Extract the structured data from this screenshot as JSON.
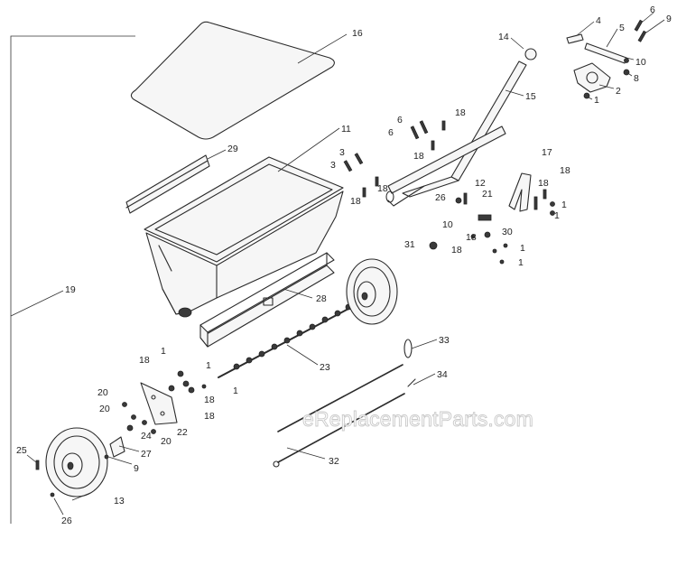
{
  "watermark": "eReplacementParts.com",
  "callouts": [
    {
      "key": "c16",
      "label": "16"
    },
    {
      "key": "c14",
      "label": "14"
    },
    {
      "key": "c4",
      "label": "4"
    },
    {
      "key": "c5",
      "label": "5"
    },
    {
      "key": "c6a",
      "label": "6"
    },
    {
      "key": "c9a",
      "label": "9"
    },
    {
      "key": "c10a",
      "label": "10"
    },
    {
      "key": "c8",
      "label": "8"
    },
    {
      "key": "c2",
      "label": "2"
    },
    {
      "key": "c1a",
      "label": "1"
    },
    {
      "key": "c15",
      "label": "15"
    },
    {
      "key": "c11",
      "label": "11"
    },
    {
      "key": "c29",
      "label": "29"
    },
    {
      "key": "c3a",
      "label": "3"
    },
    {
      "key": "c3b",
      "label": "3"
    },
    {
      "key": "c18a",
      "label": "18"
    },
    {
      "key": "c18b",
      "label": "18"
    },
    {
      "key": "c6b",
      "label": "6"
    },
    {
      "key": "c6c",
      "label": "6"
    },
    {
      "key": "c18c",
      "label": "18"
    },
    {
      "key": "c18d",
      "label": "18"
    },
    {
      "key": "c17",
      "label": "17"
    },
    {
      "key": "c18e",
      "label": "18"
    },
    {
      "key": "c18f",
      "label": "18"
    },
    {
      "key": "c1b",
      "label": "1"
    },
    {
      "key": "c1c",
      "label": "1"
    },
    {
      "key": "c26a",
      "label": "26"
    },
    {
      "key": "c12",
      "label": "12"
    },
    {
      "key": "c21",
      "label": "21"
    },
    {
      "key": "c10b",
      "label": "10"
    },
    {
      "key": "c18g",
      "label": "18"
    },
    {
      "key": "c30",
      "label": "30"
    },
    {
      "key": "c31",
      "label": "31"
    },
    {
      "key": "c18h",
      "label": "18"
    },
    {
      "key": "c1d",
      "label": "1"
    },
    {
      "key": "c1e",
      "label": "1"
    },
    {
      "key": "c19",
      "label": "19"
    },
    {
      "key": "c28",
      "label": "28"
    },
    {
      "key": "c23",
      "label": "23"
    },
    {
      "key": "c33",
      "label": "33"
    },
    {
      "key": "c34",
      "label": "34"
    },
    {
      "key": "c1f",
      "label": "1"
    },
    {
      "key": "c18i",
      "label": "18"
    },
    {
      "key": "c1g",
      "label": "1"
    },
    {
      "key": "c1h",
      "label": "1"
    },
    {
      "key": "c18j",
      "label": "18"
    },
    {
      "key": "c18k",
      "label": "18"
    },
    {
      "key": "c20a",
      "label": "20"
    },
    {
      "key": "c20b",
      "label": "20"
    },
    {
      "key": "c20c",
      "label": "20"
    },
    {
      "key": "c22",
      "label": "22"
    },
    {
      "key": "c24",
      "label": "24"
    },
    {
      "key": "c27",
      "label": "27"
    },
    {
      "key": "c9b",
      "label": "9"
    },
    {
      "key": "c25",
      "label": "25"
    },
    {
      "key": "c13",
      "label": "13"
    },
    {
      "key": "c26b",
      "label": "26"
    },
    {
      "key": "c32",
      "label": "32"
    }
  ]
}
